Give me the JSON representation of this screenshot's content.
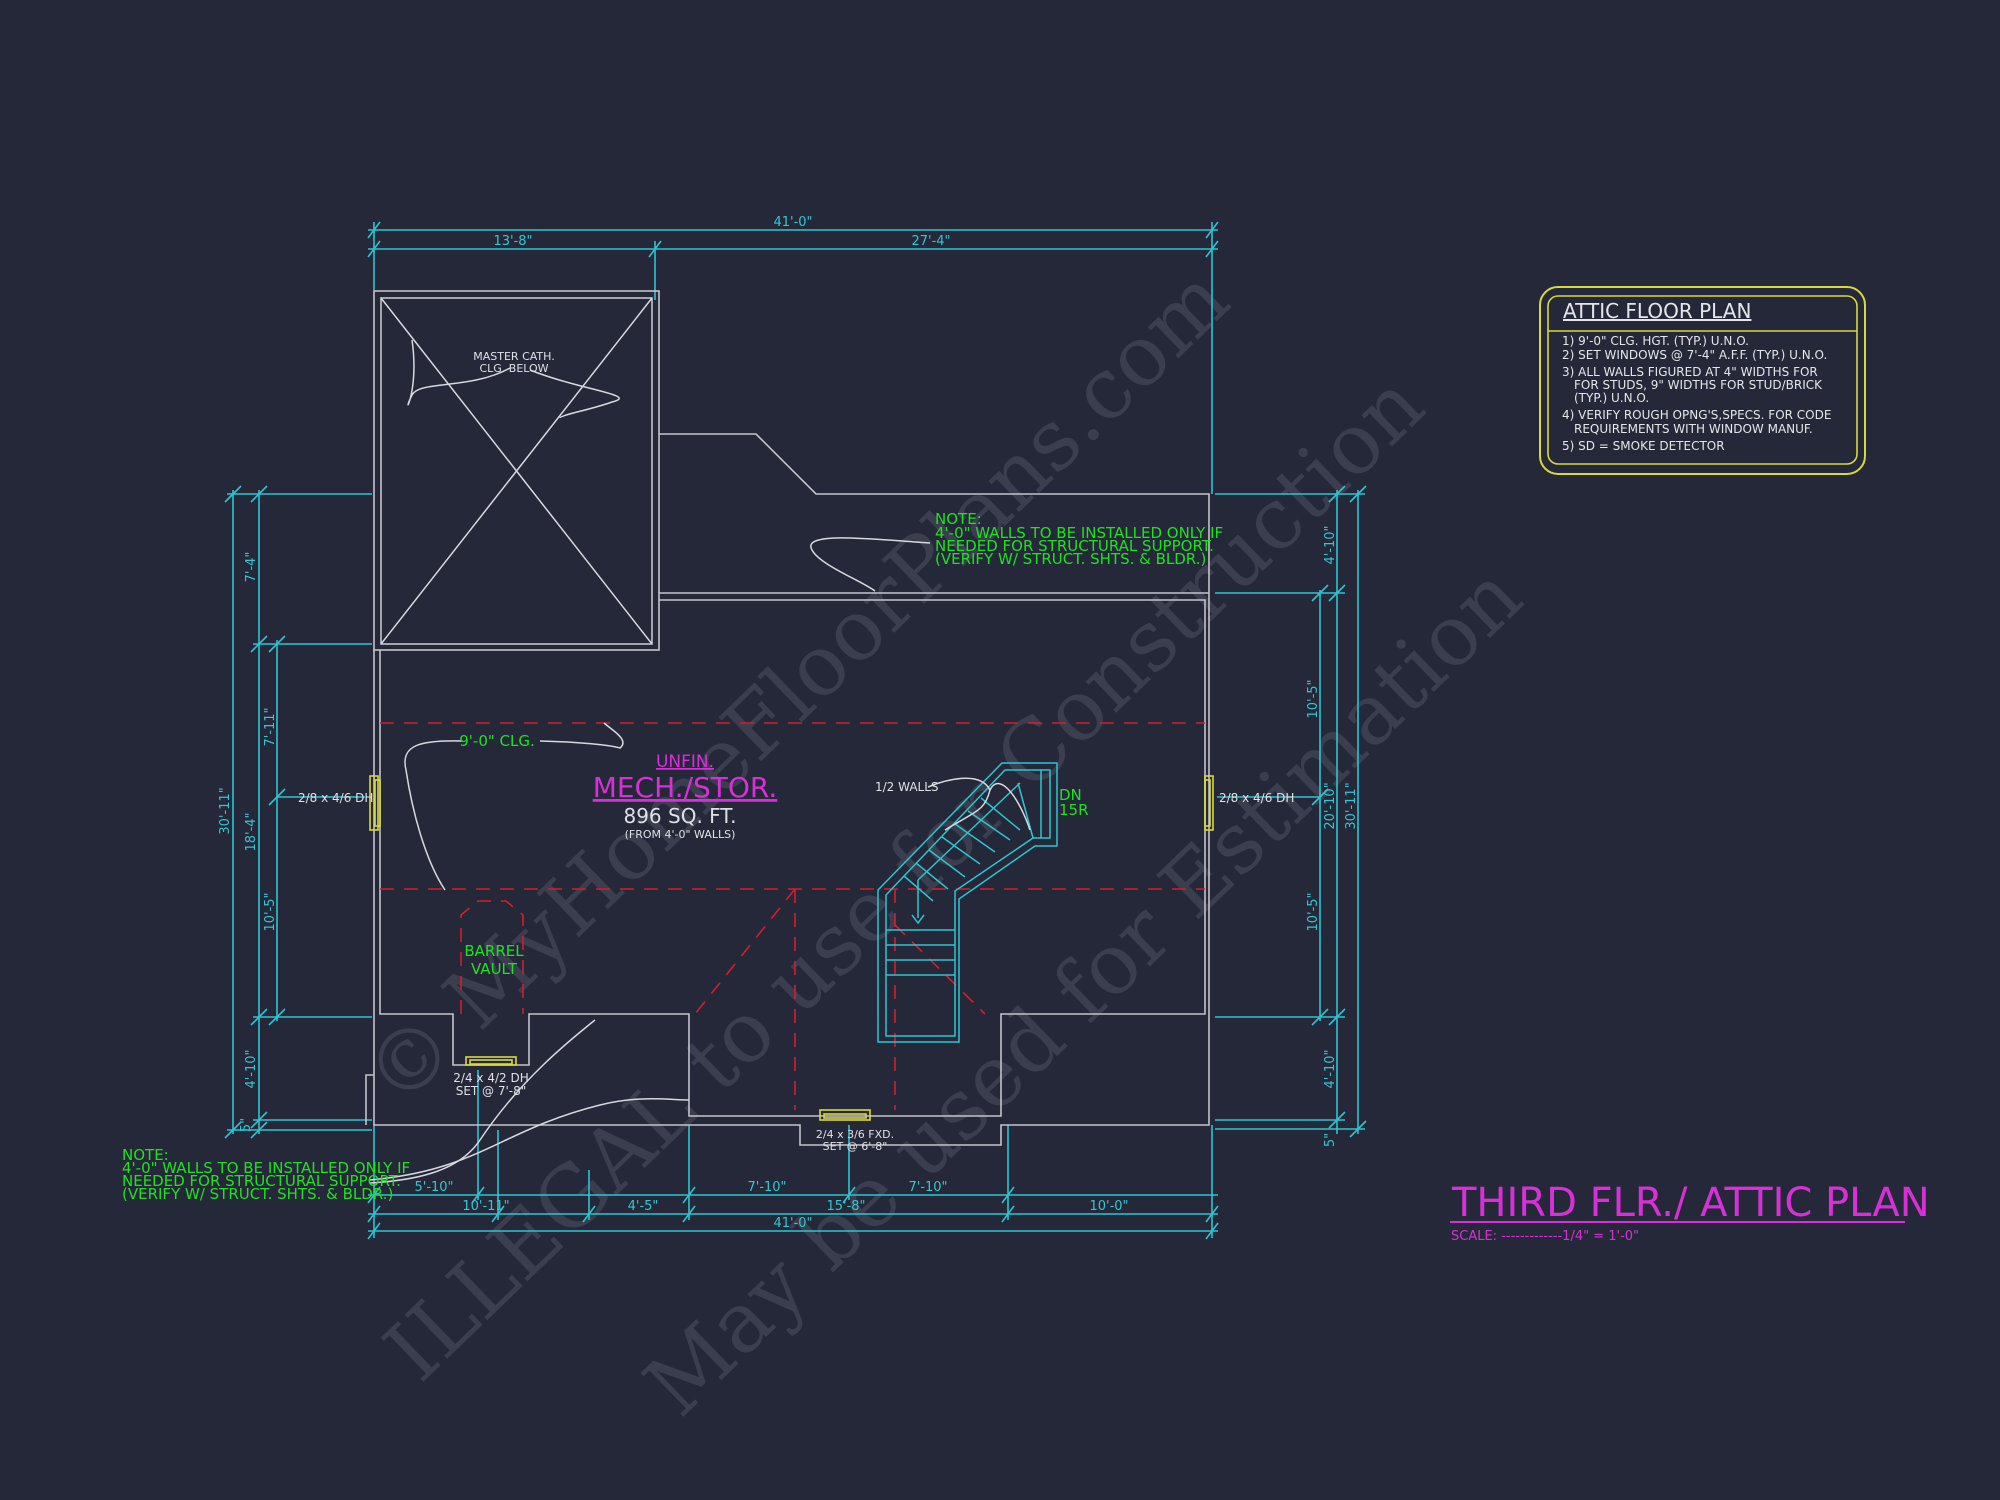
{
  "colors": {
    "background": "#242838",
    "dimension": "#2ec4d0",
    "wall": "#c4c4cc",
    "note": "#22e022",
    "room_label": "#d830d8",
    "ceiling_line": "#d21f2c",
    "window": "#d8d840",
    "title_block": "#d8d840"
  },
  "watermark": [
    "© MyHomeFloorPlans.com",
    "ILLEGAL to use for Construction",
    "May be used for Estimation"
  ],
  "title_block": {
    "title": "ATTIC FLOOR PLAN",
    "notes": [
      "1) 9'-0\"  CLG. HGT. (TYP.) U.N.O.",
      "2) SET WINDOWS @ 7'-4\" A.F.F. (TYP.) U.N.O.",
      "3) ALL WALLS FIGURED AT 4\" WIDTHS FOR",
      "FOR STUDS, 9\" WIDTHS FOR STUD/BRICK",
      "(TYP.) U.N.O.",
      "4) VERIFY ROUGH OPNG'S,SPECS. FOR CODE",
      "REQUIREMENTS WITH WINDOW MANUF.",
      "5) SD = SMOKE DETECTOR"
    ]
  },
  "drawing_title": {
    "title": "THIRD FLR./ ATTIC PLAN",
    "scale": "SCALE: -------------1/4\" = 1'-0\""
  },
  "rooms": {
    "master_cath": [
      "MASTER CATH.",
      "CLG. BELOW"
    ],
    "unfin": "UNFIN.",
    "mech": "MECH./STOR.",
    "area": "896 SQ. FT.",
    "area_note": "(FROM 4'-0\" WALLS)",
    "ceiling": "9'-0\" CLG.",
    "barrel": [
      "BARREL",
      "VAULT"
    ],
    "half_walls": "1/2 WALLS",
    "stair": [
      "DN",
      "15R"
    ]
  },
  "notes": {
    "top": [
      "NOTE:",
      "4'-0\" WALLS TO BE INSTALLED ONLY IF",
      "NEEDED FOR STRUCTURAL SUPPORT.",
      "(VERIFY W/ STRUCT. SHTS. & BLDR.)"
    ],
    "bottom": [
      "NOTE:",
      "4'-0\" WALLS TO BE INSTALLED ONLY IF",
      "NEEDED FOR STRUCTURAL SUPPORT.",
      "(VERIFY W/ STRUCT. SHTS. & BLDR.)"
    ]
  },
  "windows": {
    "left": "2/8 x 4/6 DH",
    "right": "2/8 x 4/6 DH",
    "bottom_left": [
      "2/4 x 4/2 DH",
      "SET @ 7'-8\""
    ],
    "bottom_center": [
      "2/4 x 3/6 FXD.",
      "SET @ 6'-8\""
    ]
  },
  "dimensions": {
    "top": {
      "overall": "41'-0\"",
      "left": "13'-8\"",
      "right": "27'-4\""
    },
    "bottom": {
      "a": "5'-10\"",
      "b": "10'-11\"",
      "c": "4'-5\"",
      "d": "7'-10\"",
      "e": "15'-8\"",
      "f": "7'-10\"",
      "g": "10'-0\"",
      "overall": "41'-0\""
    },
    "left": {
      "overall": "30'-11\"",
      "a": "7'-4\"",
      "b": "18'-4\"",
      "c": "4'-10\"",
      "d": "5\"",
      "e": "7'-11\"",
      "f": "10'-5\""
    },
    "right": {
      "a": "4'-10\"",
      "b": "10'-5\"",
      "c": "20'-10\"",
      "overall": "30'-11\"",
      "d": "10'-5\"",
      "e": "4'-10\"",
      "f": "5\""
    }
  }
}
